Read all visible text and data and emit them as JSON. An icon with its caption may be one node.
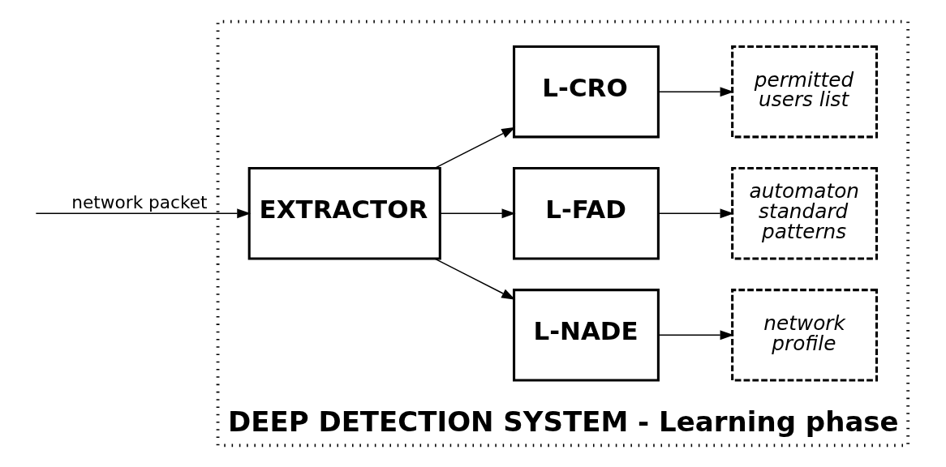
{
  "diagram": {
    "nodes": [
      {
        "text": [
          "DEEP DETECTION SYSTEM - Learning phase"
        ]
      },
      {
        "text": [
          "EXTRACTOR"
        ],
        "in": 0
      },
      {
        "text": [
          "L-NADE"
        ],
        "in": 0
      },
      {
        "text": [
          "network profile"
        ],
        "in": 0
      },
      {
        "text": [
          "L-FAD"
        ],
        "in": 0
      },
      {
        "text": [
          "automaton standard patterns"
        ],
        "in": 0
      },
      {
        "text": [
          "L-CRO"
        ],
        "in": 0
      },
      {
        "text": [
          "permitted users list"
        ],
        "in": 0
      }
    ],
    "edges": [
      {
        "from": null,
        "to": 1,
        "arrow": "to",
        "label": "network packet"
      },
      {
        "from": 1,
        "to": 2,
        "arrow": "to"
      },
      {
        "from": 1,
        "to": 4,
        "arrow": "to"
      },
      {
        "from": 1,
        "to": 6,
        "arrow": "to"
      },
      {
        "from": 2,
        "to": 3,
        "arrow": "to"
      },
      {
        "from": 4,
        "to": 5,
        "arrow": "to"
      },
      {
        "from": 6,
        "to": 7,
        "arrow": "to"
      }
    ]
  }
}
